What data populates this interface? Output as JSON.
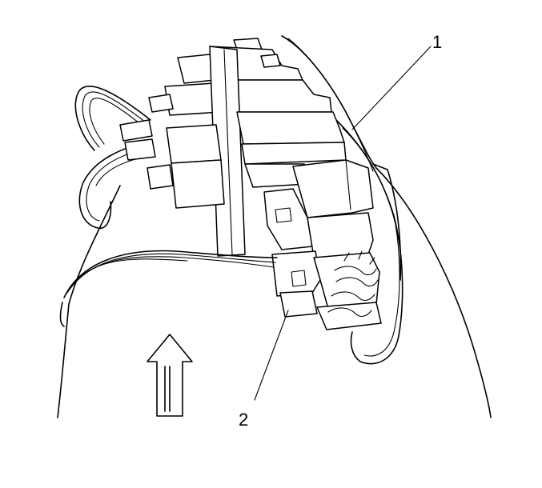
{
  "diagram": {
    "callouts": [
      {
        "id": "1",
        "label": "1"
      },
      {
        "id": "2",
        "label": "2"
      }
    ],
    "colors": {
      "line": "#000000",
      "background": "#ffffff"
    },
    "icons": [
      "direction-arrow-up-icon"
    ]
  }
}
